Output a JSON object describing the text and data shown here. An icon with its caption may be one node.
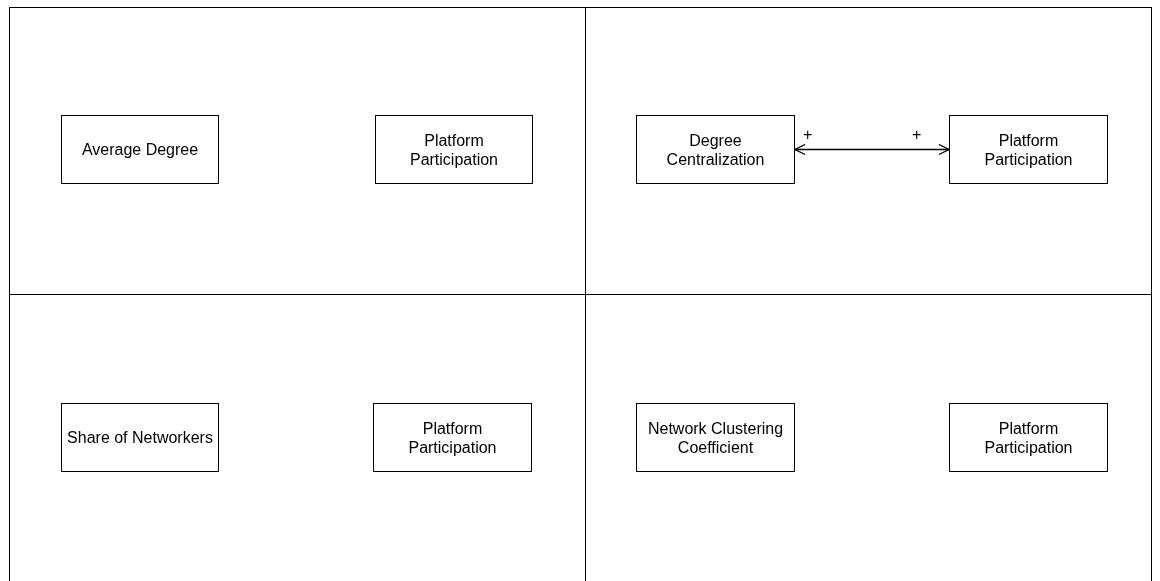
{
  "diagram": {
    "nodes": [
      {
        "text": [
          "Average Degree"
        ]
      },
      {
        "text": [
          "Platform Participation"
        ]
      },
      {
        "text": [
          "Degree Centralization"
        ]
      },
      {
        "text": [
          "Platform Participation"
        ]
      },
      {
        "text": [
          "Share of Networkers"
        ]
      },
      {
        "text": [
          "Platform Participation"
        ]
      },
      {
        "text": [
          "Network Clustering Coefficient"
        ]
      },
      {
        "text": [
          "Platform Participation"
        ]
      }
    ],
    "edges": [
      {
        "from": 2,
        "to": 3,
        "arrow": "both"
      }
    ],
    "labels": [
      "+",
      "+"
    ]
  }
}
